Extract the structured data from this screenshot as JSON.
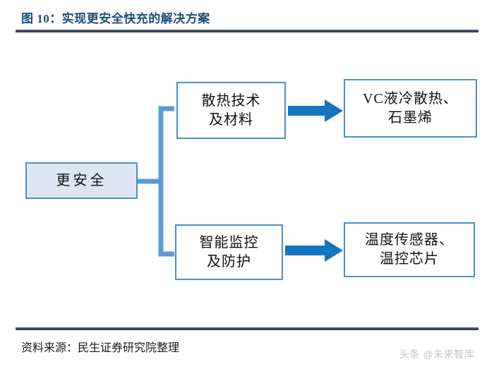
{
  "figure": {
    "title": "图 10：实现更安全快充的解决方案",
    "source_note": "资料来源：民生证券研究院整理",
    "watermark": "头条 @未来智库"
  },
  "colors": {
    "title_text": "#1f4e79",
    "rule": "#3c4559",
    "box_border": "#4a90d0",
    "root_fill": "#dce6f2",
    "arrow": "#1575bf",
    "connector": "#5b9bd5"
  },
  "diagram": {
    "type": "flow",
    "root": {
      "label": "更安全"
    },
    "branches": [
      {
        "category": {
          "label": "散热技术\n及材料",
          "line1": "散热技术",
          "line2": "及材料"
        },
        "outcome": {
          "label": "VC液冷散热、\n石墨烯",
          "line1": "VC液冷散热、",
          "line2": "石墨烯"
        },
        "connector": "arrow-right"
      },
      {
        "category": {
          "label": "智能监控\n及防护",
          "line1": "智能监控",
          "line2": "及防护"
        },
        "outcome": {
          "label": "温度传感器、\n温控芯片",
          "line1": "温度传感器、",
          "line2": "温控芯片"
        },
        "connector": "arrow-right"
      }
    ]
  }
}
